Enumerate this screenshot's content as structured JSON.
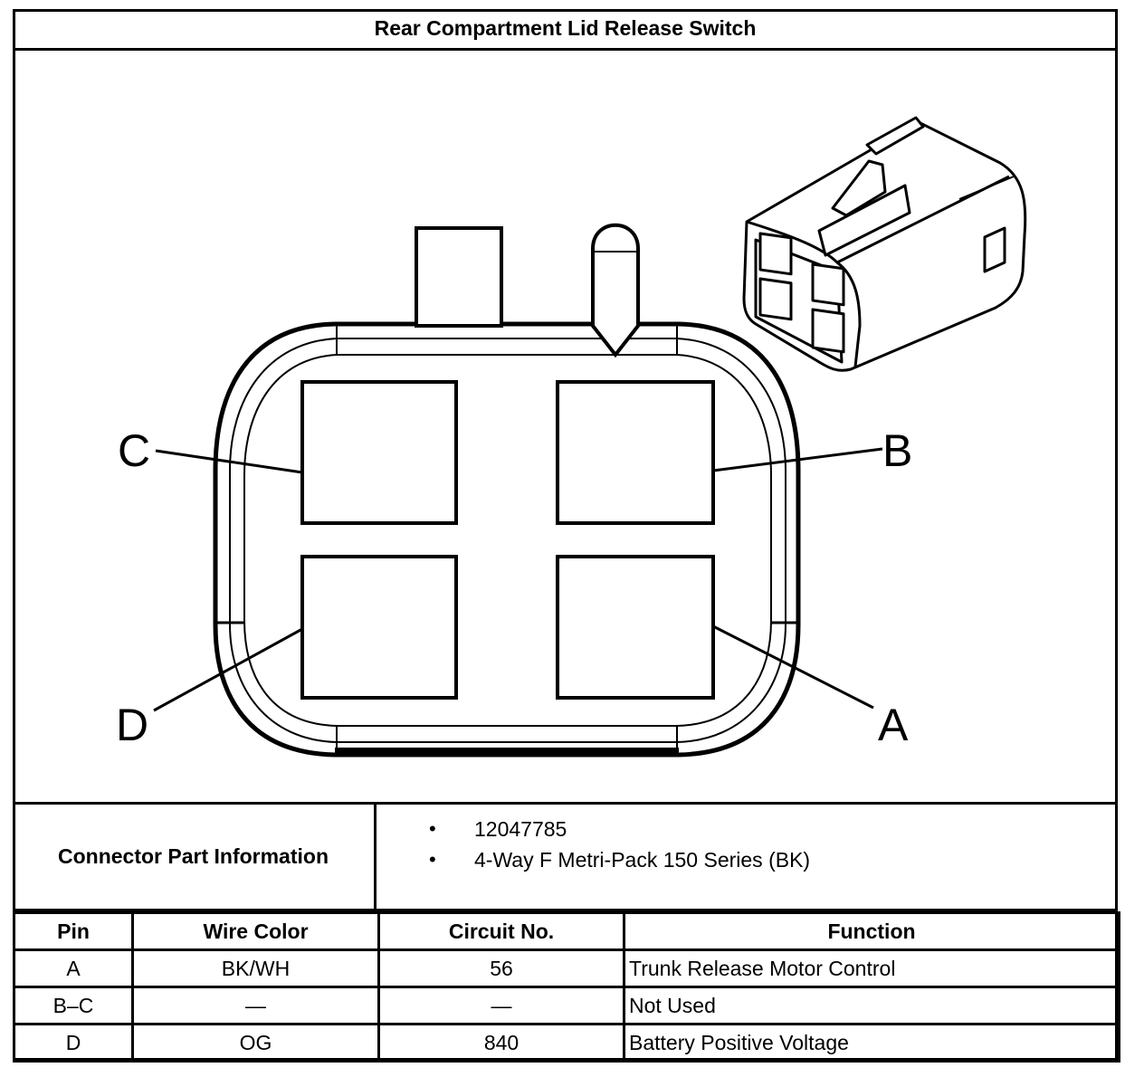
{
  "title": "Rear Compartment Lid Release Switch",
  "diagram": {
    "pin_labels": [
      "C",
      "B",
      "D",
      "A"
    ]
  },
  "connector_info": {
    "label": "Connector Part Information",
    "items": [
      "12047785",
      "4-Way F Metri-Pack 150 Series (BK)"
    ]
  },
  "table": {
    "headers": [
      "Pin",
      "Wire Color",
      "Circuit No.",
      "Function"
    ],
    "rows": [
      [
        "A",
        "BK/WH",
        "56",
        "Trunk Release Motor Control"
      ],
      [
        "B–C",
        "—",
        "—",
        "Not Used"
      ],
      [
        "D",
        "OG",
        "840",
        "Battery Positive Voltage"
      ]
    ]
  }
}
